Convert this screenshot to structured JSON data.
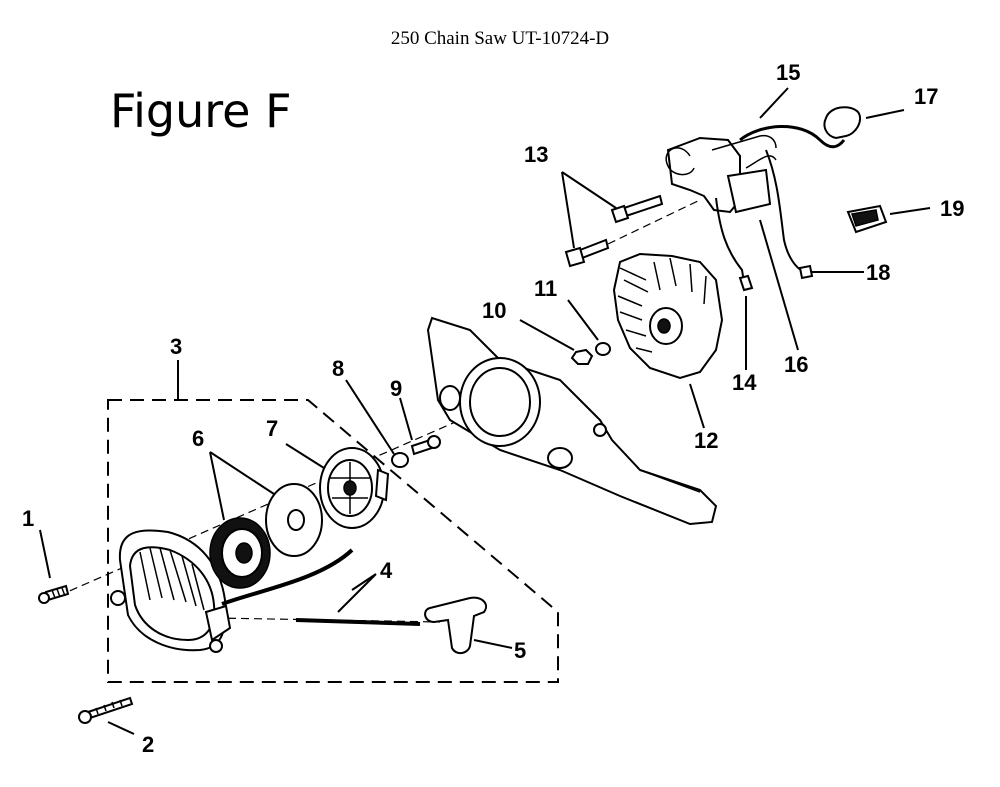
{
  "header": {
    "title": "250 Chain Saw UT-10724-D"
  },
  "figure": {
    "label": "Figure F"
  },
  "callouts": [
    "1",
    "2",
    "3",
    "4",
    "5",
    "6",
    "7",
    "8",
    "9",
    "10",
    "11",
    "12",
    "13",
    "14",
    "15",
    "16",
    "17",
    "18",
    "19"
  ]
}
